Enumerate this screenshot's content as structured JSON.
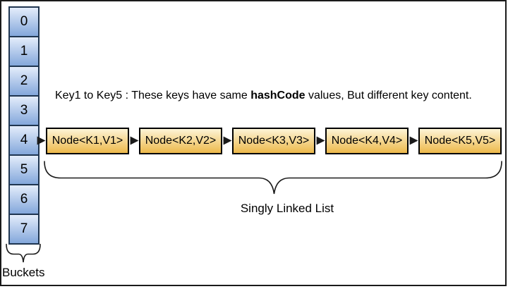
{
  "caption": {
    "before": "Key1 to Key5 : These keys have same ",
    "bold": "hashCode",
    "after": " values, But different key content."
  },
  "buckets": {
    "items": [
      "0",
      "1",
      "2",
      "3",
      "4",
      "5",
      "6",
      "7"
    ],
    "label": "Buckets"
  },
  "nodes": [
    "Node<K1,V1>",
    "Node<K2,V2>",
    "Node<K3,V3>",
    "Node<K4,V4>",
    "Node<K5,V5>"
  ],
  "linked_list_label": "Singly Linked List",
  "colors": {
    "line_color": "#1a1a1a",
    "bucket_border": "#1f3550",
    "bucket_fill_top": "#e4edfb",
    "bucket_fill_bottom": "#83a7db",
    "node_border": "#000000",
    "node_fill_top": "#fdf4d6",
    "node_fill_bottom": "#edb94b",
    "background": "#ffffff"
  }
}
